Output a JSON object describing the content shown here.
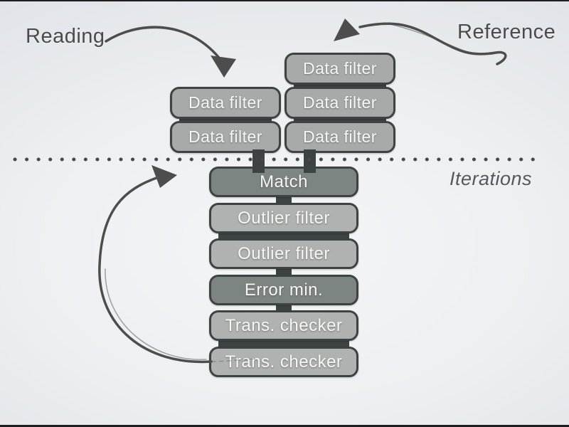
{
  "slide": {
    "labels": {
      "reading": "Reading",
      "reference": "Reference",
      "iterations": "Iterations"
    },
    "reading_stack": [
      "Data filter",
      "Data filter"
    ],
    "reference_stack": [
      "Data filter",
      "Data filter",
      "Data filter"
    ],
    "pipeline_groups": [
      {
        "tone": "dark",
        "items": [
          "Match"
        ]
      },
      {
        "tone": "light",
        "items": [
          "Outlier filter",
          "Outlier filter"
        ]
      },
      {
        "tone": "dark",
        "items": [
          "Error min."
        ]
      },
      {
        "tone": "light",
        "items": [
          "Trans. checker",
          "Trans. checker"
        ]
      }
    ],
    "icons": {
      "reading_arrow": "hand-drawn-curved-arrow-down-right",
      "reference_arrow": "hand-drawn-curved-arrow-down-left",
      "iteration_loop_arrow": "hand-drawn-loop-arrow-up-right",
      "divider": "dotted-horizontal-line"
    },
    "colors": {
      "box_light": "#b0b1b1",
      "box_dark": "#7d8583",
      "box_filter": "#a8aaaa",
      "box_border": "#3d4342",
      "box_text": "#f7f7f4",
      "label_text": "#4a4a4c",
      "iterations_text": "#55575c",
      "arrow": "#4d4d4d",
      "dots": "#47494b"
    }
  }
}
